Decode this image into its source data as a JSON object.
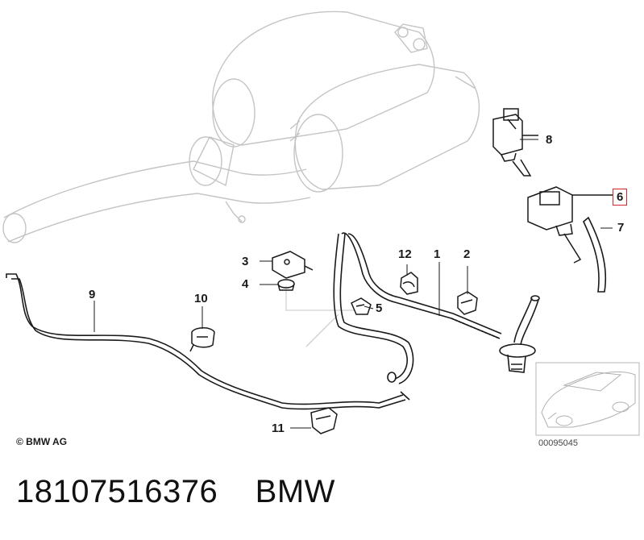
{
  "callouts": {
    "c1": "1",
    "c2": "2",
    "c3": "3",
    "c4": "4",
    "c5": "5",
    "c6": "6",
    "c7": "7",
    "c8": "8",
    "c9": "9",
    "c10": "10",
    "c11": "11",
    "c12": "12"
  },
  "copyright": "© BMW AG",
  "ref_code": "00095045",
  "footer": {
    "part_number": "18107516376",
    "brand": "BMW"
  },
  "colors": {
    "highlight_box": "#d22a2a",
    "ghost_lines": "#c4c4c4",
    "part_lines": "#1a1a1a"
  }
}
